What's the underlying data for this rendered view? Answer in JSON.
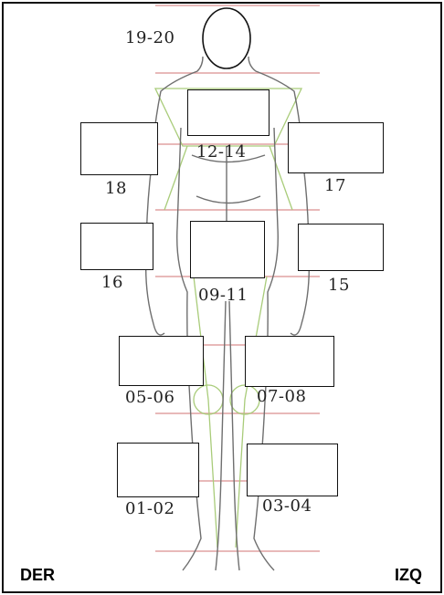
{
  "labels": {
    "head": "19-20",
    "chest": "12-14",
    "right_arm": "18",
    "left_arm": "17",
    "right_forearm": "16",
    "left_forearm": "15",
    "pelvis": "09-11",
    "right_thigh": "05-06",
    "left_thigh": "07-08",
    "right_leg": "01-02",
    "left_leg": "03-04"
  },
  "sides": {
    "right": "DER",
    "left": "IZQ"
  },
  "colors": {
    "guide_lines": "#e0a2a2",
    "body_outline": "#6f6f6f",
    "green_guides": "#a9cc7a"
  }
}
